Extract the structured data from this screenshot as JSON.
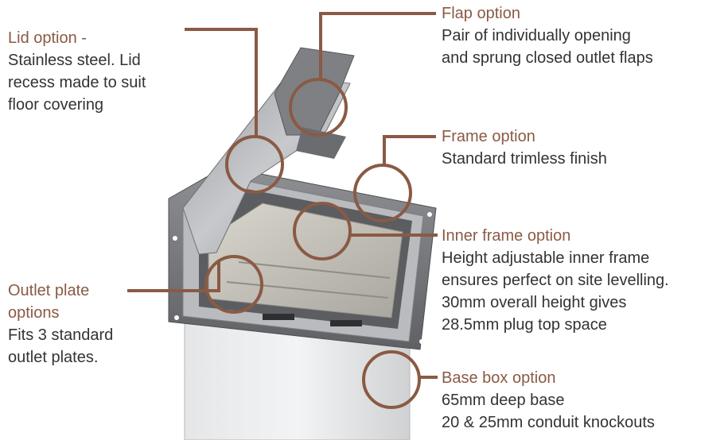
{
  "callouts": [
    {
      "id": "lid",
      "title": "Lid option -",
      "description": [
        "Stainless steel. Lid",
        "recess made to suit",
        "floor covering"
      ]
    },
    {
      "id": "flap",
      "title": "Flap option",
      "description": [
        "Pair of individually opening",
        "and sprung closed outlet flaps"
      ]
    },
    {
      "id": "frame",
      "title": "Frame option",
      "description": [
        "Standard trimless finish"
      ]
    },
    {
      "id": "inner-frame",
      "title": "Inner frame option",
      "description": [
        "Height adjustable inner frame",
        "ensures perfect on site levelling.",
        "30mm overall height gives",
        "28.5mm plug top space"
      ]
    },
    {
      "id": "outlet-plate",
      "title": "Outlet plate",
      "title2": "options",
      "description": [
        "Fits 3 standard",
        "outlet plates."
      ]
    },
    {
      "id": "base-box",
      "title": "Base box option",
      "description": [
        "65mm deep base",
        "20 & 25mm conduit knockouts"
      ]
    }
  ],
  "colors": {
    "accent": "#8a5a44",
    "text": "#333333",
    "steel": "#c9cbcd"
  }
}
